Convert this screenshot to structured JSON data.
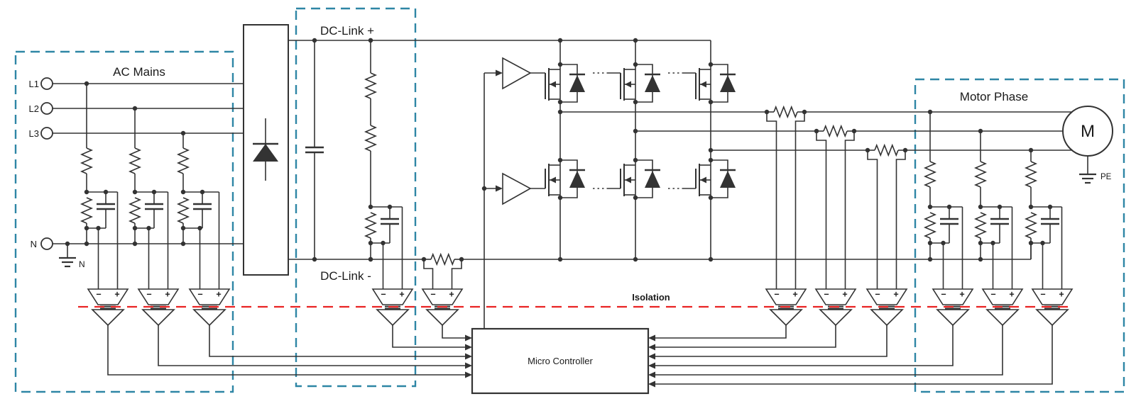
{
  "colors": {
    "background": "#ffffff",
    "wire": "#333333",
    "component_fill": "#ffffff",
    "section_box": "#2e86a5",
    "isolation_line": "#e92323",
    "text": "#1a1a1a"
  },
  "sections": {
    "ac_mains": {
      "label": "AC Mains",
      "terminals": [
        "L1",
        "L2",
        "L3",
        "N"
      ],
      "neutral_ground_label": "N"
    },
    "dc_link": {
      "label_positive": "DC-Link +",
      "label_negative": "DC-Link -"
    },
    "motor_phase": {
      "label": "Motor Phase",
      "motor_label": "M",
      "earth_label": "PE"
    },
    "controller": {
      "label": "Micro Controller"
    },
    "isolation": {
      "label": "Isolation"
    },
    "amplifier": {
      "minus": "−",
      "plus": "+"
    }
  }
}
